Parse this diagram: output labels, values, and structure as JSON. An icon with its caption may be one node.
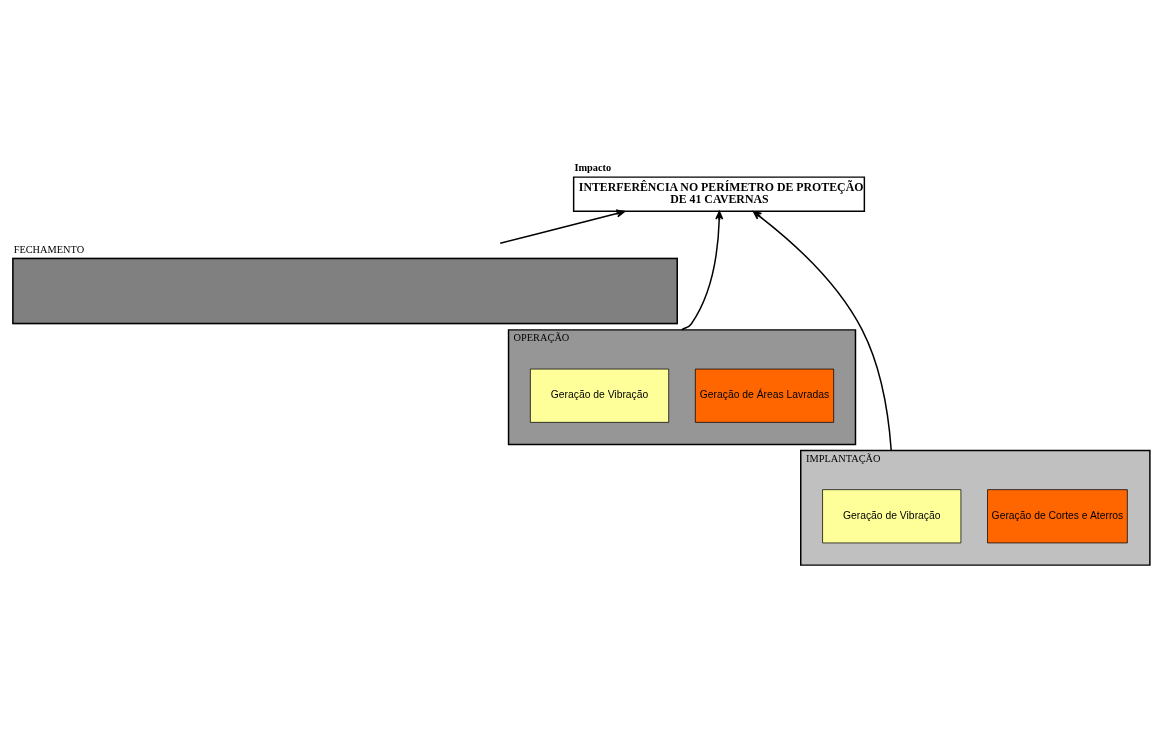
{
  "diagram": {
    "nodes": [
      {
        "text": [
          "Impacto",
          "INTERFERÊNCIA NO PERÍMETRO DE PROTEÇÃO DE 41 CAVERNAS"
        ]
      },
      {
        "text": [
          "FECHAMENTO"
        ]
      },
      {
        "text": [
          "OPERAÇÃO"
        ]
      },
      {
        "text": [
          "Geração de Áreas Lavradas"
        ],
        "in": 2
      },
      {
        "text": [
          "Geração de Vibração"
        ],
        "in": 2
      },
      {
        "text": [
          "IMPLANTAÇÃO"
        ]
      },
      {
        "text": [
          "Geração de Cortes e Aterros"
        ],
        "in": 5
      },
      {
        "text": [
          "Geração de Vibração"
        ],
        "in": 5
      }
    ],
    "edges": [
      {
        "from": 1,
        "to": 0,
        "arrow": "to"
      },
      {
        "from": 2,
        "to": 0,
        "arrow": "to"
      },
      {
        "from": 5,
        "to": 0,
        "arrow": "to"
      }
    ]
  }
}
